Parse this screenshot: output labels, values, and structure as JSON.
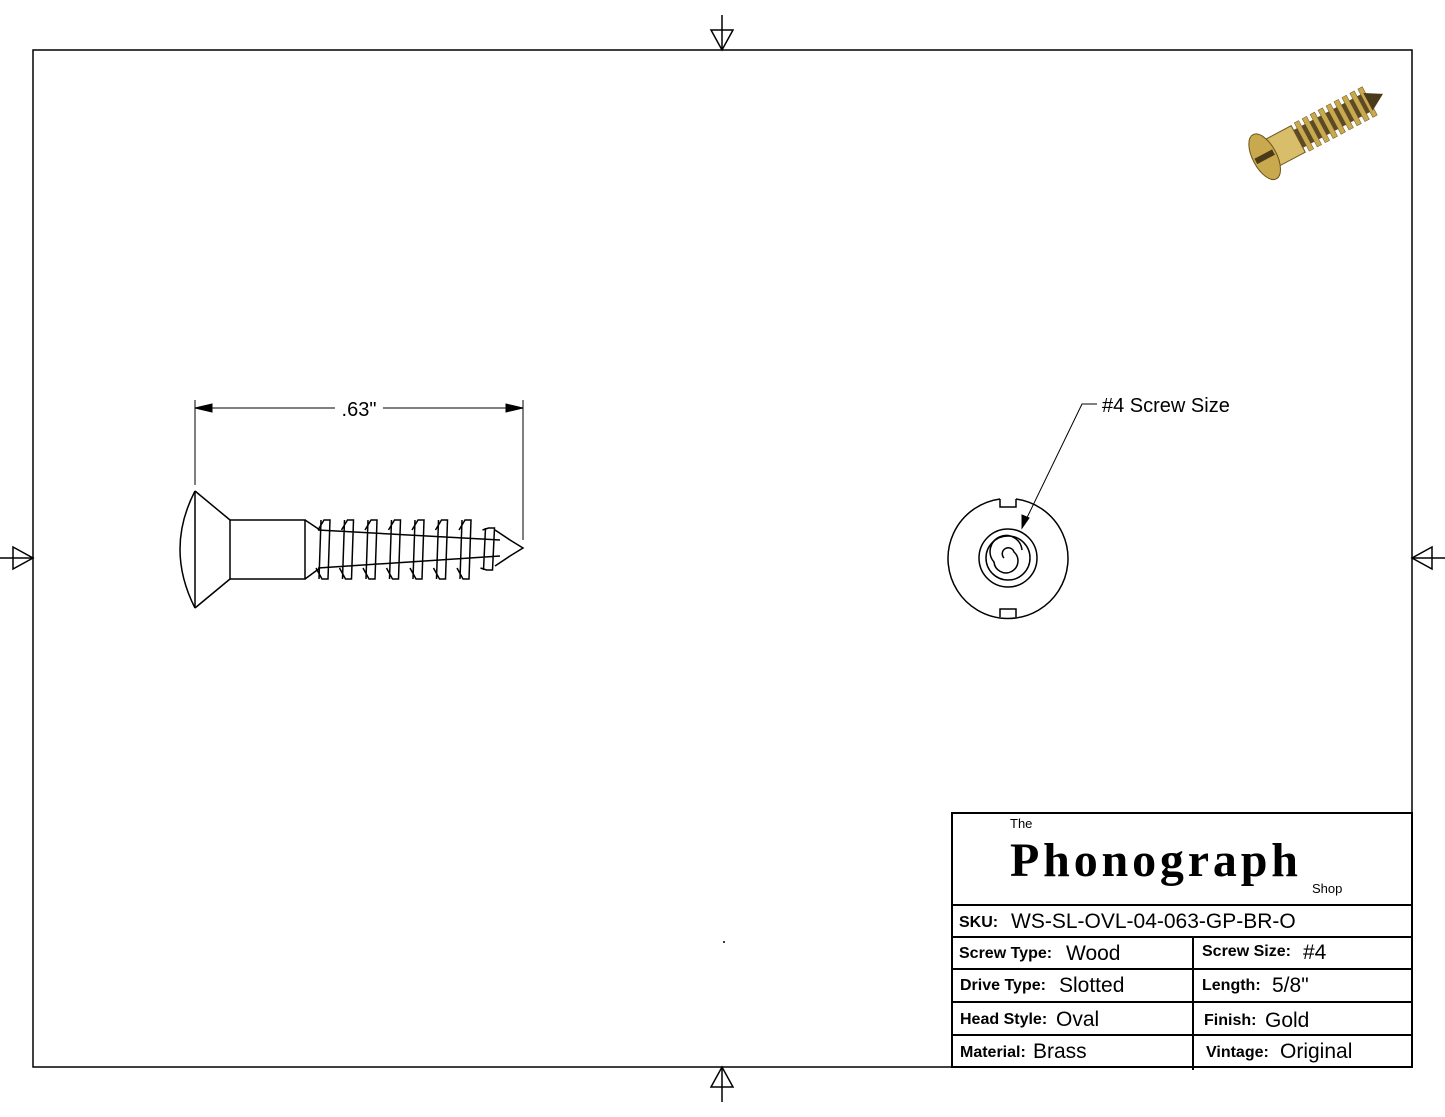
{
  "drawing": {
    "dimension_label": ".63\"",
    "callout_label": "#4 Screw Size"
  },
  "title_block": {
    "logo": {
      "the": "The",
      "name": "Phonograph",
      "shop": "Shop"
    },
    "sku_label": "SKU:",
    "sku_value": "WS-SL-OVL-04-063-GP-BR-O",
    "rows": [
      {
        "left_label": "Screw Type:",
        "left_value": "Wood",
        "right_label": "Screw Size:",
        "right_value": "#4"
      },
      {
        "left_label": "Drive Type:",
        "left_value": "Slotted",
        "right_label": "Length:",
        "right_value": "5/8\""
      },
      {
        "left_label": "Head Style:",
        "left_value": "Oval",
        "right_label": "Finish:",
        "right_value": "Gold"
      },
      {
        "left_label": "Material:",
        "left_value": "Brass",
        "right_label": "Vintage:",
        "right_value": "Original"
      }
    ]
  },
  "colors": {
    "brass": "#c9a94e",
    "brass_dark": "#6b5318",
    "line": "#000000"
  }
}
